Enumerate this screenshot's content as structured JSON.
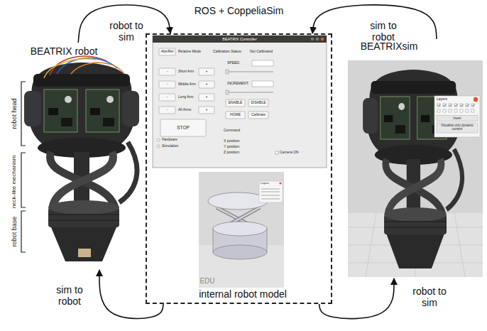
{
  "diagram": {
    "nodes": [
      {
        "text": [
          "BEATRIX robot"
        ]
      },
      {
        "text": [
          "ROS + CoppeliaSim"
        ]
      },
      {
        "text": [
          "BEATRIX Controller"
        ],
        "in": 1
      },
      {
        "text": [
          "internal robot model"
        ],
        "in": 1
      },
      {
        "text": [
          "Layers"
        ],
        "in": 3
      },
      {
        "text": [
          "BEATRIXsim"
        ]
      },
      {
        "text": [
          "Layers",
          "Invert",
          "Visualize only dynamic content"
        ],
        "in": 5
      }
    ],
    "edges": [
      {
        "from": 0,
        "to": 1,
        "label": "robot to sim",
        "arrow": "to"
      },
      {
        "from": 5,
        "to": 1,
        "label": "sim to robot",
        "arrow": "to"
      },
      {
        "from": 1,
        "to": 0,
        "label": "sim to robot",
        "arrow": "to"
      },
      {
        "from": 1,
        "to": 5,
        "label": "robot to sim",
        "arrow": "to"
      }
    ],
    "labels": [
      "robot head",
      "neck-like mechanism",
      "robot base",
      "Abs/Rel",
      "Relative Mode",
      "Calibration Status:",
      "Not Calibrated",
      "SPEED:",
      "-",
      "Short Arm",
      "+",
      "-",
      "Middle Arm",
      "+",
      "-",
      "Long Arm",
      "+",
      "-",
      "All Arms",
      "+",
      "INCREMENT:",
      "ENABLE",
      "DISABLE",
      "HOME",
      "Calibrate",
      "STOP",
      "Hardware",
      "Simulation",
      "Command",
      "X position:",
      "Y position:",
      "Z position:",
      "Camera ON",
      "EDU"
    ]
  }
}
